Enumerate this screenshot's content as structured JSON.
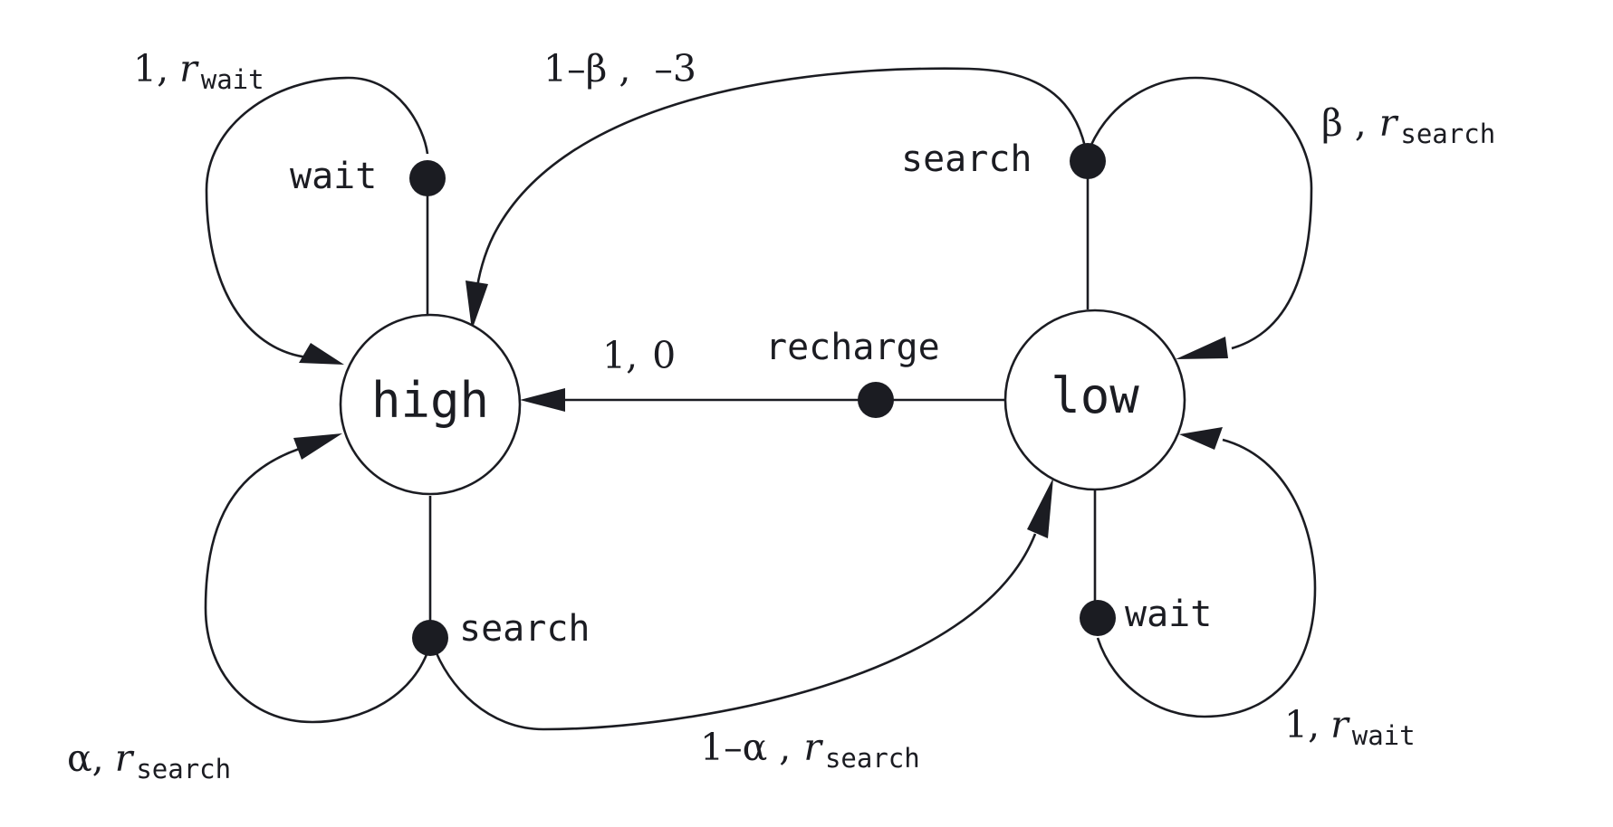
{
  "states": {
    "high": "high",
    "low": "low"
  },
  "actions": {
    "high_wait": "wait",
    "high_search": "search",
    "low_search": "search",
    "low_wait": "wait",
    "low_recharge": "recharge"
  },
  "transitions": {
    "high_wait": {
      "prob": "1,",
      "reward_symbol": "r",
      "reward_sub": "wait"
    },
    "high_search_stay": {
      "prob": "α,",
      "reward_symbol": "r",
      "reward_sub": "search"
    },
    "high_search_to_low": {
      "prob": "1–α ,",
      "reward_symbol": "r",
      "reward_sub": "search"
    },
    "low_search_stay": {
      "prob": "β ,",
      "reward_symbol": "r",
      "reward_sub": "search"
    },
    "low_search_to_high": {
      "prob": "1–β ,",
      "reward": "–3"
    },
    "low_wait": {
      "prob": "1,",
      "reward_symbol": "r",
      "reward_sub": "wait"
    },
    "low_recharge": {
      "prob": "1,",
      "reward": "0"
    }
  },
  "colors": {
    "ink": "#1b1c22",
    "background": "#ffffff"
  }
}
